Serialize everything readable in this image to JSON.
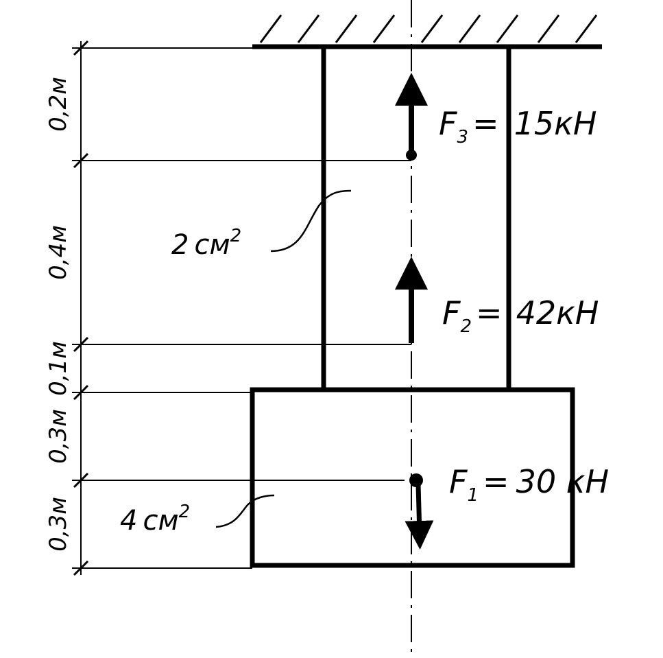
{
  "forces": [
    {
      "symbol": "F",
      "index": "3",
      "eq": "=",
      "value": "15кН",
      "direction": "up"
    },
    {
      "symbol": "F",
      "index": "2",
      "eq": "=",
      "value": "42кН",
      "direction": "up"
    },
    {
      "symbol": "F",
      "index": "1",
      "eq": "=",
      "value": "30 кН",
      "direction": "down"
    }
  ],
  "segments": [
    {
      "length": "0,2м"
    },
    {
      "length": "0,4м"
    },
    {
      "length": "0,1м"
    },
    {
      "length": "0,3м"
    },
    {
      "length": "0,3м"
    }
  ],
  "areas": [
    {
      "value": "2",
      "unit": "см",
      "power": "2"
    },
    {
      "value": "4",
      "unit": "см",
      "power": "2"
    }
  ]
}
